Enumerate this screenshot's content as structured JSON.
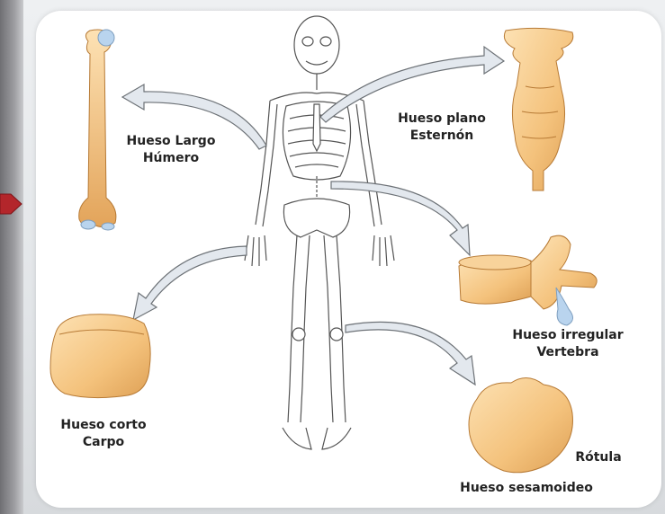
{
  "diagram": {
    "labels": {
      "long_type": "Hueso Largo",
      "long_name": "Húmero",
      "flat_type": "Hueso plano",
      "flat_name": "Esternón",
      "irregular_type": "Hueso irregular",
      "irregular_name": "Vertebra",
      "short_type": "Hueso corto",
      "short_name": "Carpo",
      "sesamoid_name": "Rótula",
      "sesamoid_type": "Hueso sesamoideo"
    },
    "colors": {
      "bone": "#f6c987",
      "bone_dark": "#d99a4e",
      "cartilage": "#b9d4ee",
      "arrow": "#e3e8ee",
      "arrow_stroke": "#6d7277",
      "skeleton_line": "#555555"
    }
  }
}
